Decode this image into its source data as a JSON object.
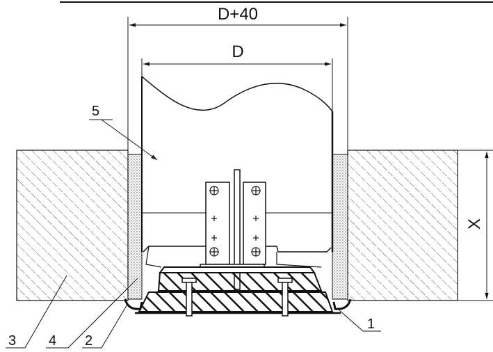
{
  "dimensions": {
    "outer": "D+40",
    "inner": "D",
    "depth": "X"
  },
  "callouts": {
    "c1": "1",
    "c2": "2",
    "c3": "3",
    "c4": "4",
    "c5": "5"
  },
  "colors": {
    "line": "#111111",
    "hatch": "#3a3a3a",
    "sealant": "#7a7a7a"
  }
}
